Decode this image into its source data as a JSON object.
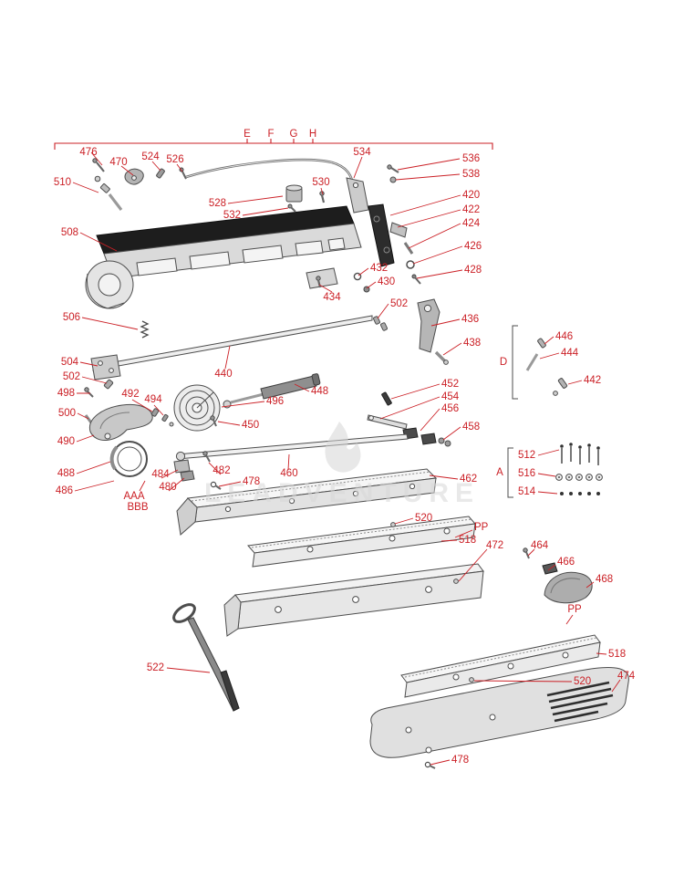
{
  "diagram": {
    "section_letters": {
      "e": "E",
      "f": "F",
      "g": "G",
      "h": "H"
    },
    "group_labels": {
      "d": "D",
      "a": "A"
    },
    "ref_labels": {
      "aaa": "AAA",
      "bbb": "BBB",
      "pp_upper": "PP",
      "pp_lower": "PP"
    },
    "callouts": {
      "n476": "476",
      "n470": "470",
      "n524": "524",
      "n526": "526",
      "n534": "534",
      "n536": "536",
      "n538": "538",
      "n510": "510",
      "n528": "528",
      "n532": "532",
      "n530": "530",
      "n420": "420",
      "n422": "422",
      "n424": "424",
      "n426": "426",
      "n428": "428",
      "n508": "508",
      "n432": "432",
      "n430": "430",
      "n434": "434",
      "n502a": "502",
      "n436": "436",
      "n438": "438",
      "n506": "506",
      "n446": "446",
      "n444": "444",
      "n442": "442",
      "n504": "504",
      "n502b": "502",
      "n498": "498",
      "n500": "500",
      "n490": "490",
      "n492": "492",
      "n494": "494",
      "n496": "496",
      "n440": "440",
      "n448": "448",
      "n450": "450",
      "n452": "452",
      "n454": "454",
      "n456": "456",
      "n458": "458",
      "n488": "488",
      "n486": "486",
      "n484": "484",
      "n482": "482",
      "n480": "480",
      "n478a": "478",
      "n460": "460",
      "n462": "462",
      "n512": "512",
      "n516": "516",
      "n514": "514",
      "n520a": "520",
      "n518a": "518",
      "n472": "472",
      "n464": "464",
      "n466": "466",
      "n468": "468",
      "n518b": "518",
      "n520b": "520",
      "n474": "474",
      "n522": "522",
      "n478b": "478"
    },
    "watermark": "LEADVENTURE",
    "colors": {
      "callout_red": "#cb2026",
      "line_gray": "#4d4d4d"
    }
  }
}
